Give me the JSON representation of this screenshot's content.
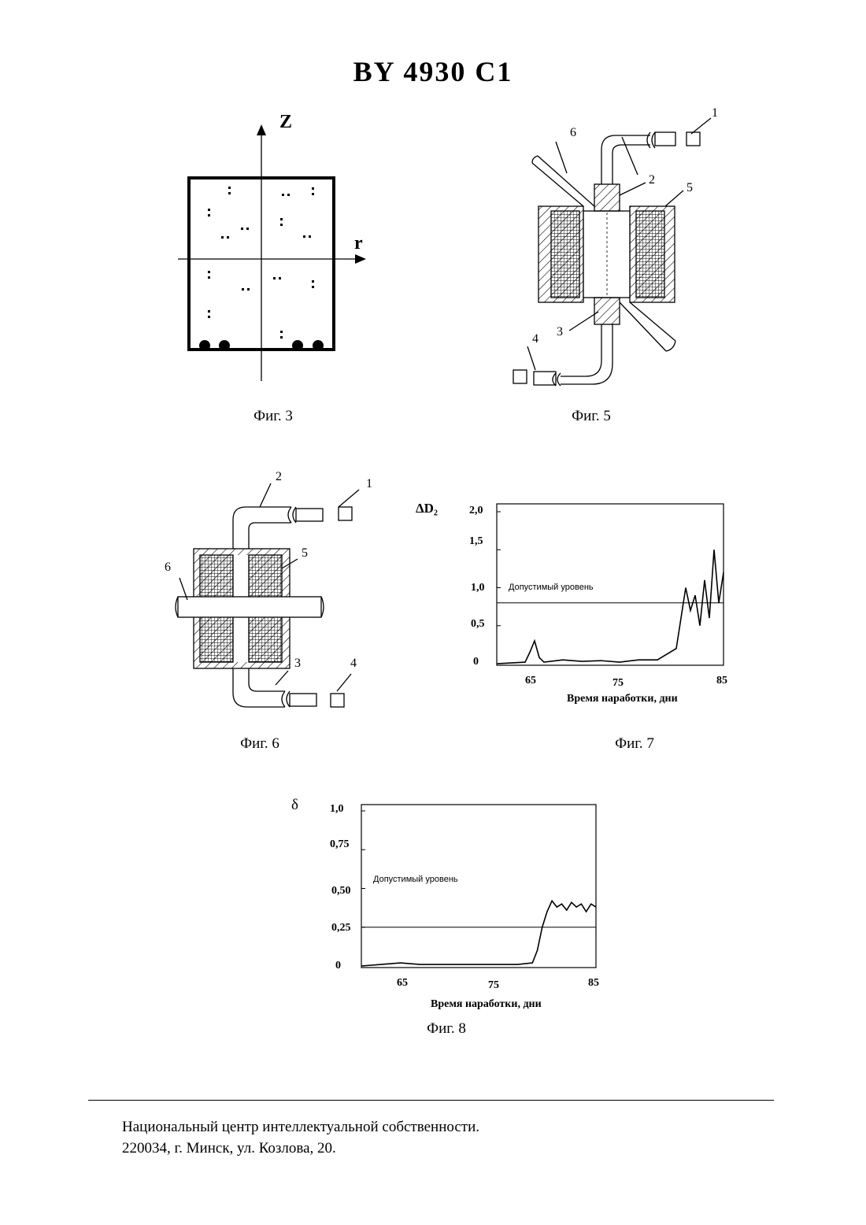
{
  "header": {
    "title": "BY 4930 C1"
  },
  "figures": {
    "fig3": {
      "caption": "Фиг. 3",
      "axis_z": "Z",
      "axis_r": "r"
    },
    "fig5": {
      "caption": "Фиг. 5",
      "labels": [
        "1",
        "2",
        "3",
        "4",
        "5",
        "6"
      ]
    },
    "fig6": {
      "caption": "Фиг. 6",
      "labels": [
        "1",
        "2",
        "3",
        "4",
        "5",
        "6"
      ]
    },
    "fig7": {
      "caption": "Фиг. 7",
      "ylabel": "ΔD₂",
      "xlabel": "Время наработки, дни",
      "annotation": "Допустимый уровень"
    },
    "fig8": {
      "caption": "Фиг. 8",
      "ylabel": "δ",
      "xlabel": "Время наработки, дни",
      "annotation": "Допустимый уровень"
    }
  },
  "chart_data": [
    {
      "type": "line",
      "ylabel": "ΔD₂",
      "xlabel": "Время наработки, дни",
      "xticks": [
        "65",
        "75",
        "85"
      ],
      "yticks": [
        "0",
        "0,5",
        "1,0",
        "1,5",
        "2,0"
      ],
      "xlim": [
        61,
        85
      ],
      "ylim": [
        0,
        2.0
      ],
      "threshold": {
        "label": "Допустимый уровень",
        "value": 0.8
      },
      "series": [
        {
          "x": [
            61,
            64,
            64.5,
            65,
            65.5,
            66,
            68,
            70,
            72,
            74,
            76,
            78,
            80,
            80.5,
            81,
            81.5,
            82,
            82.5,
            83,
            83.5,
            84,
            84.5,
            85
          ],
          "y": [
            0,
            0.02,
            0.15,
            0.3,
            0.08,
            0.02,
            0.05,
            0.03,
            0.04,
            0.02,
            0.05,
            0.05,
            0.2,
            0.6,
            1.0,
            0.7,
            0.9,
            0.5,
            1.1,
            0.6,
            1.5,
            0.8,
            1.2
          ]
        }
      ]
    },
    {
      "type": "line",
      "ylabel": "δ",
      "xlabel": "Время наработки, дни",
      "xticks": [
        "65",
        "75",
        "85"
      ],
      "yticks": [
        "0",
        "0,25",
        "0,50",
        "0,75",
        "1,0"
      ],
      "xlim": [
        61,
        85
      ],
      "ylim": [
        0,
        1.0
      ],
      "threshold": {
        "label": "Допустимый уровень",
        "value": 0.25
      },
      "series": [
        {
          "x": [
            61,
            63,
            65,
            67,
            69,
            71,
            73,
            75,
            77,
            78.5,
            79,
            79.5,
            80,
            80.5,
            81,
            81.5,
            82,
            82.5,
            83,
            83.5,
            84,
            84.5,
            85
          ],
          "y": [
            0,
            0.01,
            0.02,
            0.01,
            0.01,
            0.01,
            0.01,
            0.01,
            0.01,
            0.02,
            0.1,
            0.25,
            0.35,
            0.42,
            0.38,
            0.4,
            0.36,
            0.41,
            0.38,
            0.4,
            0.35,
            0.4,
            0.38
          ]
        }
      ]
    }
  ],
  "footer": {
    "line1": "Национальный центр интеллектуальной собственности.",
    "line2": "220034, г. Минск, ул. Козлова, 20."
  }
}
